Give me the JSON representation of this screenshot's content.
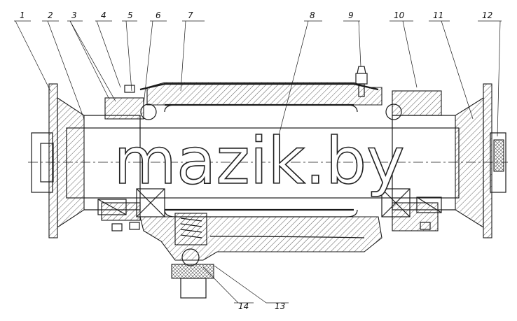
{
  "watermark": "mazik.by",
  "callouts": [
    "1",
    "2",
    "3",
    "4",
    "5",
    "6",
    "7",
    "8",
    "9",
    "10",
    "11",
    "12",
    "13",
    "14"
  ],
  "colors": {
    "ink": "#1a1a1a",
    "paper": "#ffffff"
  }
}
